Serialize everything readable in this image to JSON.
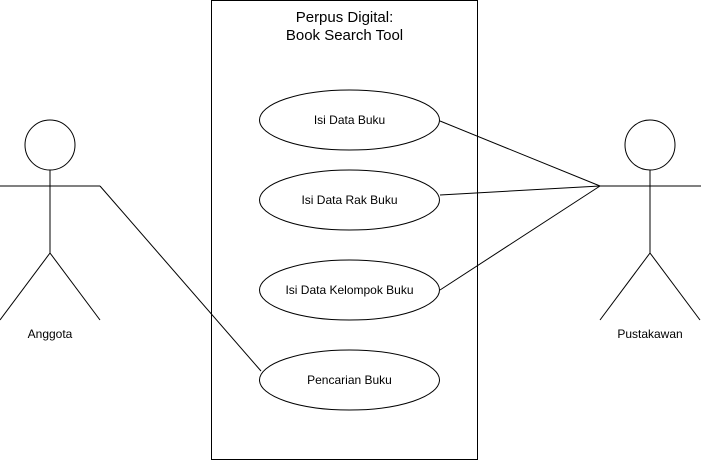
{
  "system": {
    "title_line1": "Perpus Digital:",
    "title_line2": "Book Search Tool"
  },
  "actors": {
    "left": {
      "label": "Anggota"
    },
    "right": {
      "label": "Pustakawan"
    }
  },
  "use_cases": [
    {
      "label": "Isi Data Buku"
    },
    {
      "label": "Isi Data Rak Buku"
    },
    {
      "label": "Isi Data Kelompok Buku"
    },
    {
      "label": "Pencarian Buku"
    }
  ],
  "associations": [
    {
      "from": "Pustakawan",
      "to": "Isi Data Buku"
    },
    {
      "from": "Pustakawan",
      "to": "Isi Data Rak Buku"
    },
    {
      "from": "Pustakawan",
      "to": "Isi Data Kelompok Buku"
    },
    {
      "from": "Anggota",
      "to": "Pencarian Buku"
    }
  ],
  "colors": {
    "stroke": "#000000",
    "background": "#ffffff"
  }
}
